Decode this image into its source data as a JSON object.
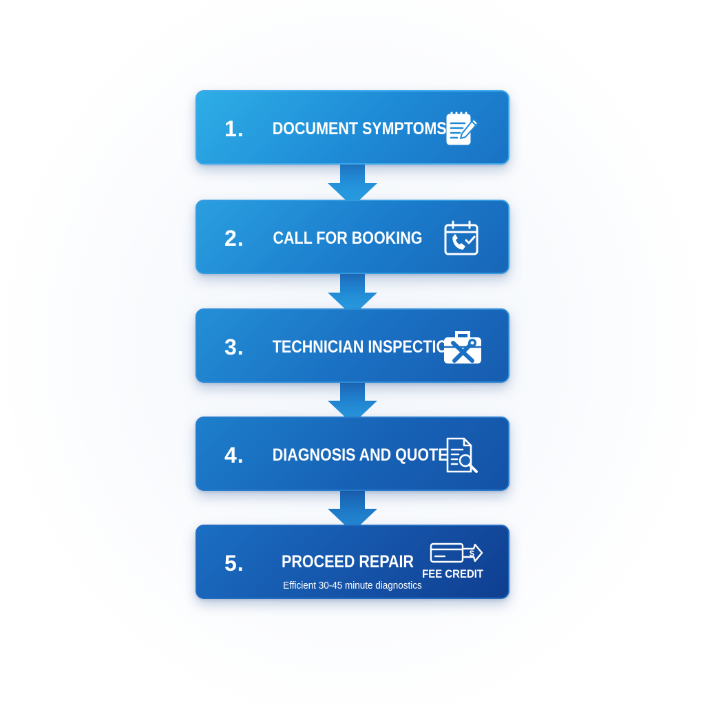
{
  "steps": [
    {
      "number": "1.",
      "label": "DOCUMENT SYMPTOMS",
      "icon": "notepad-pencil-icon"
    },
    {
      "number": "2.",
      "label": "CALL FOR BOOKING",
      "icon": "calendar-phone-icon"
    },
    {
      "number": "3.",
      "label": "TECHNICIAN INSPECTION",
      "icon": "toolbox-wrench-icon"
    },
    {
      "number": "4.",
      "label": "DIAGNOSIS AND QUOTE",
      "icon": "document-magnifier-icon"
    },
    {
      "number": "5.",
      "label": "PROCEED REPAIR",
      "icon": "credit-card-arrow-icon",
      "badge": "FEE CREDIT",
      "note": "Efficient 30-45 minute diagnostics"
    }
  ],
  "colors": {
    "box_light": "#2eaee6",
    "box_dark": "#0f3e90",
    "arrow": "#1f86d3",
    "text": "#ffffff"
  }
}
